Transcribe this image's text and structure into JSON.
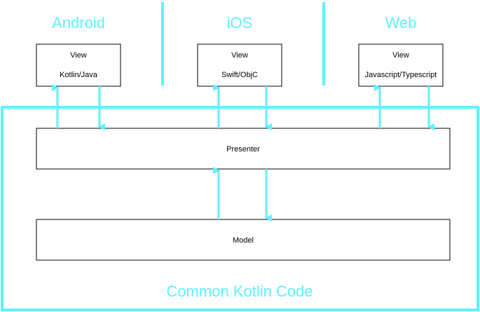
{
  "colors": {
    "accent": "#5ef2ff",
    "box_border": "#000000",
    "text": "#000000"
  },
  "platforms": [
    {
      "name": "Android",
      "view_title": "View",
      "view_lang": "Kotlin/Java"
    },
    {
      "name": "iOS",
      "view_title": "View",
      "view_lang": "Swift/ObjC"
    },
    {
      "name": "Web",
      "view_title": "View",
      "view_lang": "Javascript/Typescript"
    }
  ],
  "presenter": {
    "label": "Presenter"
  },
  "model": {
    "label": "Model"
  },
  "common": {
    "label": "Common Kotlin Code"
  }
}
